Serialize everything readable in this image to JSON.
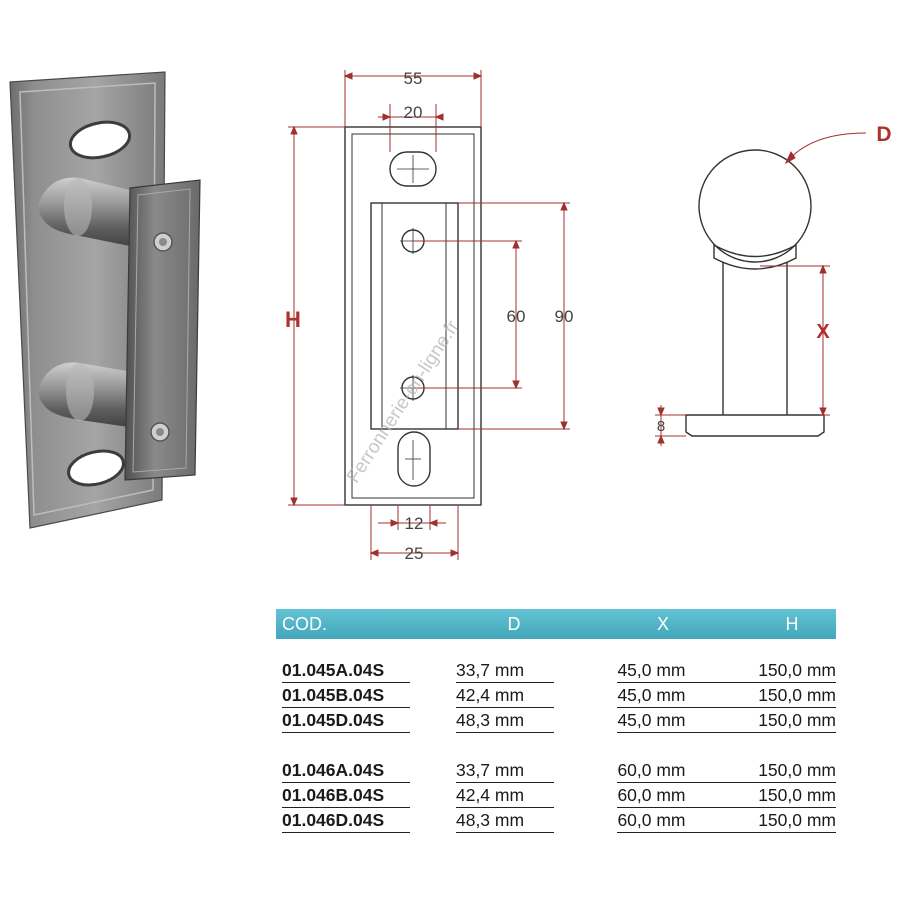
{
  "drawing": {
    "dim_width": "55",
    "dim_slot_top": "20",
    "dim_height_label": "H",
    "dim_hole_spacing": "60",
    "dim_plate_height": "90",
    "dim_slot_bottom": "12",
    "dim_plate_width": "25",
    "dim_diameter_label": "D",
    "dim_post_label": "X",
    "dim_base_thickness": "8",
    "accent_color": "#a0302e"
  },
  "watermark": "Ferronnerie-en-ligne.fr",
  "table": {
    "headers": {
      "cod": "COD.",
      "d": "D",
      "x": "X",
      "h": "H"
    },
    "header_color": "#4fb5c8",
    "groups": [
      {
        "rows": [
          {
            "cod": "01.045A.04S",
            "d": "33,7 mm",
            "x": "45,0 mm",
            "h": "150,0 mm"
          },
          {
            "cod": "01.045B.04S",
            "d": "42,4 mm",
            "x": "45,0 mm",
            "h": "150,0 mm"
          },
          {
            "cod": "01.045D.04S",
            "d": "48,3 mm",
            "x": "45,0 mm",
            "h": "150,0 mm"
          }
        ]
      },
      {
        "rows": [
          {
            "cod": "01.046A.04S",
            "d": "33,7 mm",
            "x": "60,0 mm",
            "h": "150,0 mm"
          },
          {
            "cod": "01.046B.04S",
            "d": "42,4 mm",
            "x": "60,0 mm",
            "h": "150,0 mm"
          },
          {
            "cod": "01.046D.04S",
            "d": "48,3 mm",
            "x": "60,0 mm",
            "h": "150,0 mm"
          }
        ]
      }
    ]
  }
}
